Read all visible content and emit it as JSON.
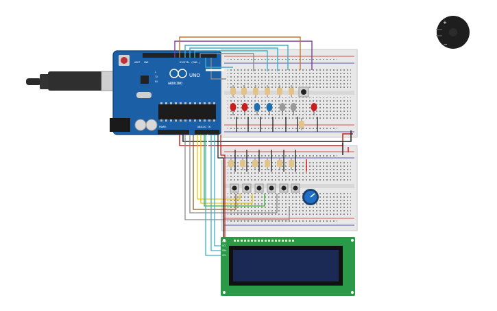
{
  "canvas": {
    "background": "#ffffff"
  },
  "arduino": {
    "brand": "ARDUINO",
    "model": "UNO",
    "header_digital": "DIGITAL (PWM~)",
    "header_power": "POWER",
    "header_analog": "ANALOG IN",
    "pin_aref": "AREF",
    "pin_gnd": "GND",
    "label_tx": "TX",
    "label_rx": "RX",
    "label_l": "L",
    "board_color": "#1b5fa6"
  },
  "breadboards": [
    {
      "name": "upper-breadboard"
    },
    {
      "name": "lower-breadboard"
    }
  ],
  "leds": [
    {
      "color": "#c81e1e"
    },
    {
      "color": "#c81e1e"
    },
    {
      "color": "#1e6fb0"
    },
    {
      "color": "#1e6fb0"
    },
    {
      "color": "#9a9a9a"
    },
    {
      "color": "#9a9a9a"
    },
    {
      "color": "#c81e1e"
    }
  ],
  "lcd": {
    "pins": [
      "GND",
      "VCC",
      "SDA",
      "SCL"
    ],
    "screen_color": "#1a2a55",
    "board_color": "#2a9a48"
  },
  "buzzer": {
    "plus": "+",
    "minus": "−"
  },
  "potentiometer": {
    "knob_color": "#1e6fc8"
  },
  "wire_colors": {
    "orange": "#c8742e",
    "purple": "#7a3a9a",
    "cyan": "#3aaec8",
    "black": "#222222",
    "red": "#d01e1e",
    "yellow": "#e8c800",
    "green": "#3ab03a",
    "gray": "#8a8a8a",
    "brown": "#8a5a2e"
  }
}
